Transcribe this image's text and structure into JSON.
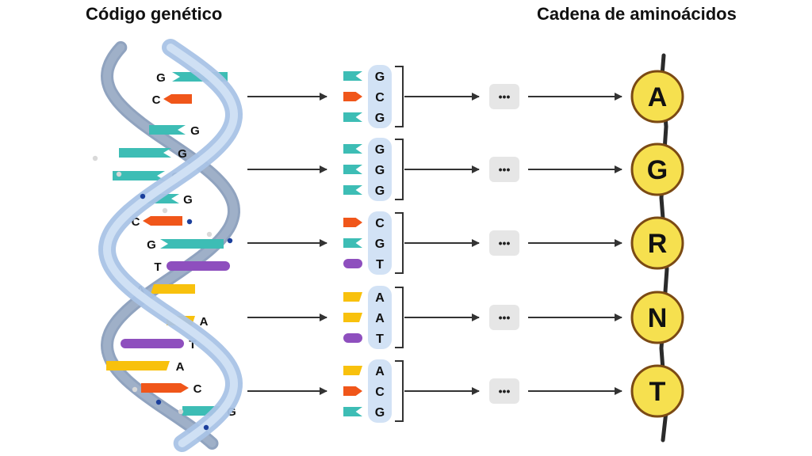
{
  "titles": {
    "left": "Código genético",
    "right": "Cadena de aminoácidos"
  },
  "colors": {
    "G": "#3dbdb5",
    "C": "#f0561a",
    "T": "#8e4fbe",
    "A": "#f8c10d",
    "helix": "#b7cfec",
    "helix_dark": "#7d93b4",
    "codon_box": "#d2e2f5",
    "ellipsis_box": "#e6e6e6",
    "amino_fill": "#f6e04f",
    "amino_stroke": "#7b4a14",
    "chain": "#2b2b2b",
    "arrow": "#333333"
  },
  "dna_letters": [
    "G",
    "C",
    "G",
    "G",
    "G",
    "G",
    "C",
    "G",
    "T",
    "A",
    "A",
    "T",
    "A",
    "C",
    "G"
  ],
  "codons": [
    {
      "bases": [
        "G",
        "C",
        "G"
      ],
      "ellipsis": "•••",
      "amino": "A"
    },
    {
      "bases": [
        "G",
        "G",
        "G"
      ],
      "ellipsis": "•••",
      "amino": "G"
    },
    {
      "bases": [
        "C",
        "G",
        "T"
      ],
      "ellipsis": "•••",
      "amino": "R"
    },
    {
      "bases": [
        "A",
        "A",
        "T"
      ],
      "ellipsis": "•••",
      "amino": "N"
    },
    {
      "bases": [
        "A",
        "C",
        "G"
      ],
      "ellipsis": "•••",
      "amino": "T"
    }
  ]
}
